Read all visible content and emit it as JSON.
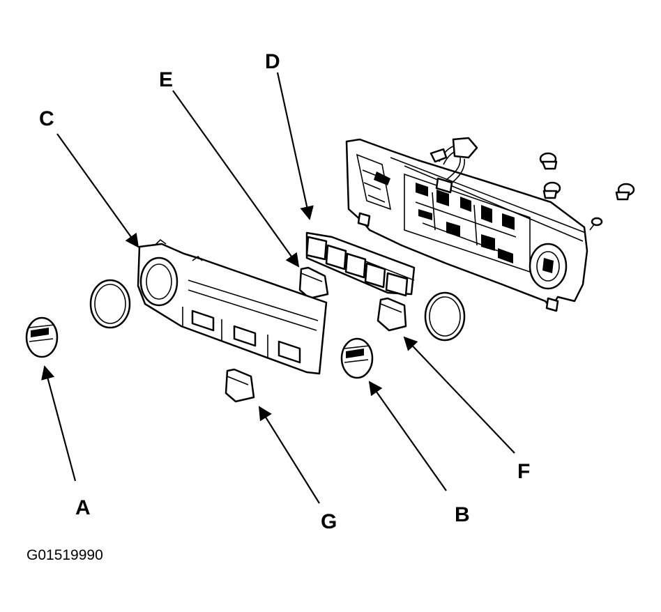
{
  "figure_id": "G01519990",
  "callouts": {
    "a": "A",
    "b": "B",
    "c": "C",
    "d": "D",
    "e": "E",
    "f": "F",
    "g": "G"
  }
}
